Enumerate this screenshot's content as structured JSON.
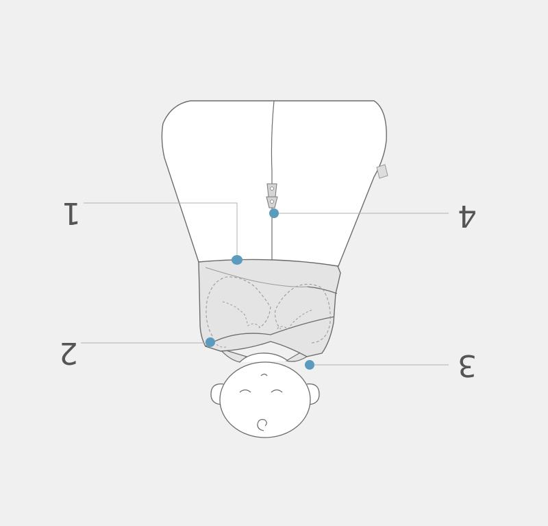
{
  "diagram": {
    "orientation": "upside-down",
    "callouts": [
      {
        "id": "1",
        "label": "1"
      },
      {
        "id": "2",
        "label": "2"
      },
      {
        "id": "3",
        "label": "3"
      },
      {
        "id": "4",
        "label": "4"
      }
    ]
  },
  "colors": {
    "background": "#f0f0f0",
    "outline": "#6b6b6b",
    "sack_fill": "#ffffff",
    "wrap_fill": "#e4e4e4",
    "callout_dot": "#5b9bbd",
    "leader_line": "#b0b0b0",
    "label_text": "#555555",
    "zipper_pull": "#d9d9d9"
  },
  "icons": {
    "figure": "swaddle-sack-illustration",
    "zipper": "zipper-pull-icon",
    "tag": "label-tag-icon"
  }
}
